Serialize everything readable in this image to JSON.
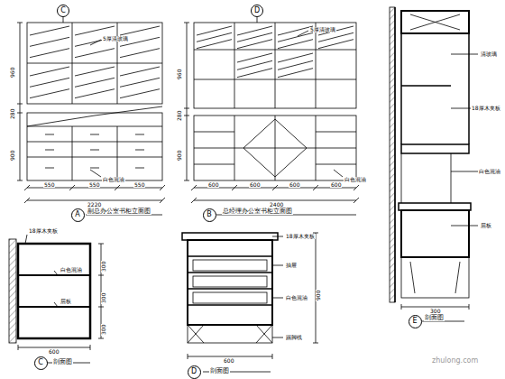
{
  "diagram": {
    "nodes": [
      {
        "text": [
          "C"
        ]
      },
      {
        "text": [
          "D"
        ]
      },
      {
        "text": [
          "A"
        ]
      },
      {
        "text": [
          "B"
        ]
      },
      {
        "text": [
          "C"
        ]
      },
      {
        "text": [
          "D"
        ]
      },
      {
        "text": [
          "E"
        ]
      }
    ],
    "labels": [
      "副总办公室书柜立面图",
      "总经理办公室书柜立面图",
      "剖面图",
      "剖面图",
      "剖面图",
      "550",
      "550",
      "550",
      "2220",
      "960",
      "280",
      "900",
      "600",
      "600",
      "600",
      "600",
      "2400",
      "960",
      "280",
      "900",
      "600",
      "300",
      "300",
      "300",
      "600",
      "900",
      "300",
      "5厚清玻璃",
      "白色混油",
      "5厚清玻璃",
      "白色混油",
      "18厚木夹板",
      "白色混油",
      "层板",
      "18厚木夹板",
      "抽屉",
      "白色混油",
      "踢脚线",
      "清玻璃",
      "18厚木夹板",
      "白色混油",
      "层板",
      "zhulong.com"
    ]
  }
}
